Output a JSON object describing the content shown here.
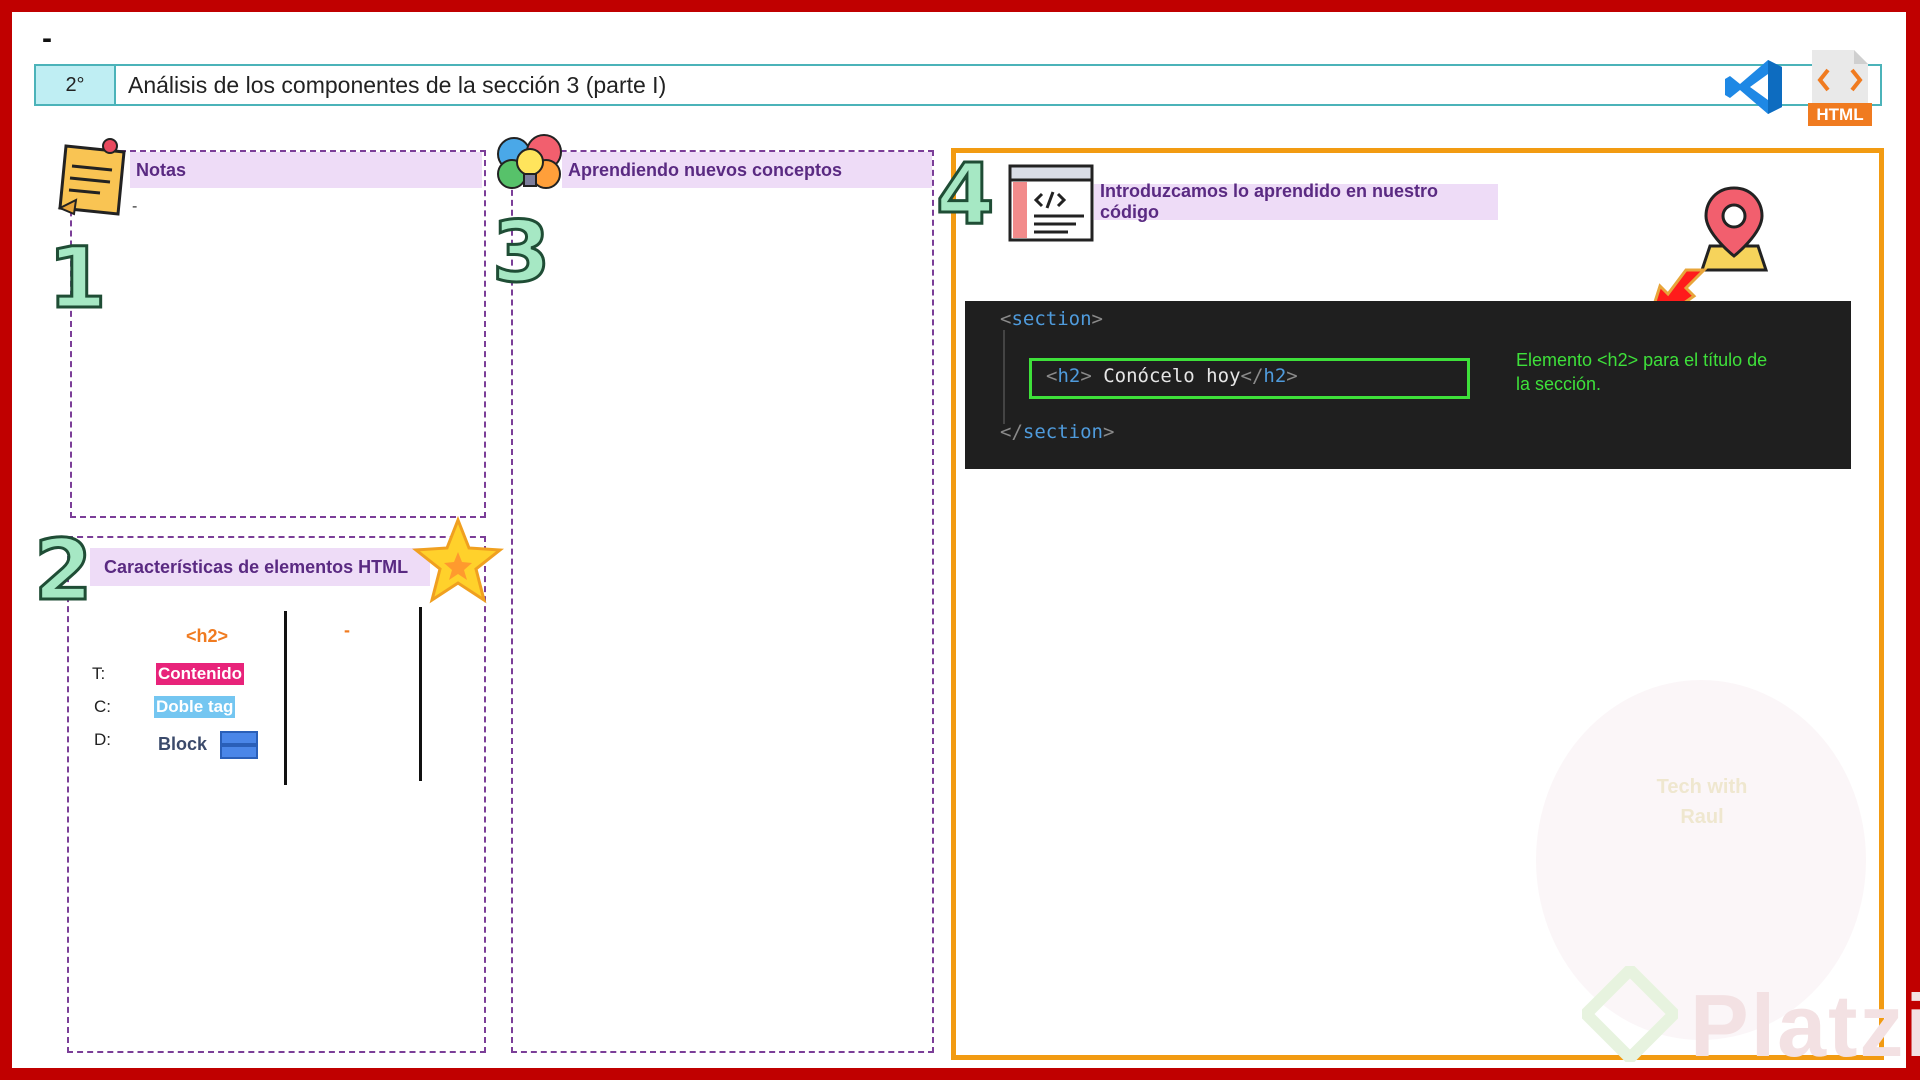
{
  "top_dash": "-",
  "header": {
    "number": "2°",
    "title": "Análisis de los componentes de la sección 3 (parte I)"
  },
  "html_badge": "HTML",
  "sections": {
    "notes": {
      "number": "1",
      "title": "Notas",
      "content": "-"
    },
    "characteristics": {
      "number": "2",
      "title": "Características de elementos HTML",
      "tag": "<h2>",
      "placeholder": "-",
      "rows": [
        {
          "label": "T:",
          "value": "Contenido"
        },
        {
          "label": "C:",
          "value": "Doble tag"
        },
        {
          "label": "D:",
          "value": "Block"
        }
      ]
    },
    "learning": {
      "number": "3",
      "title": "Aprendiendo nuevos conceptos"
    },
    "code": {
      "number": "4",
      "title": "Introduzcamos lo aprendido en nuestro código",
      "line1": {
        "open": "<",
        "name": "section",
        "close": ">"
      },
      "line2": {
        "open": "<",
        "name": "h2",
        "close": ">",
        "content": " Conócelo hoy",
        "end_open": "</",
        "end_name": "h2",
        "end_close": ">"
      },
      "line3": {
        "open": "</",
        "name": "section",
        "close": ">"
      },
      "annotation": "Elemento <h2> para el título de la sección."
    }
  },
  "watermark": {
    "line1": "Tech with",
    "line2": "Raul",
    "brand": "Platzi"
  },
  "colors": {
    "frame": "#c00000",
    "label_bg": "#eedcf7",
    "label_text": "#5a2a82",
    "code_border": "#f29b12",
    "highlight_green": "#3ee03a"
  }
}
